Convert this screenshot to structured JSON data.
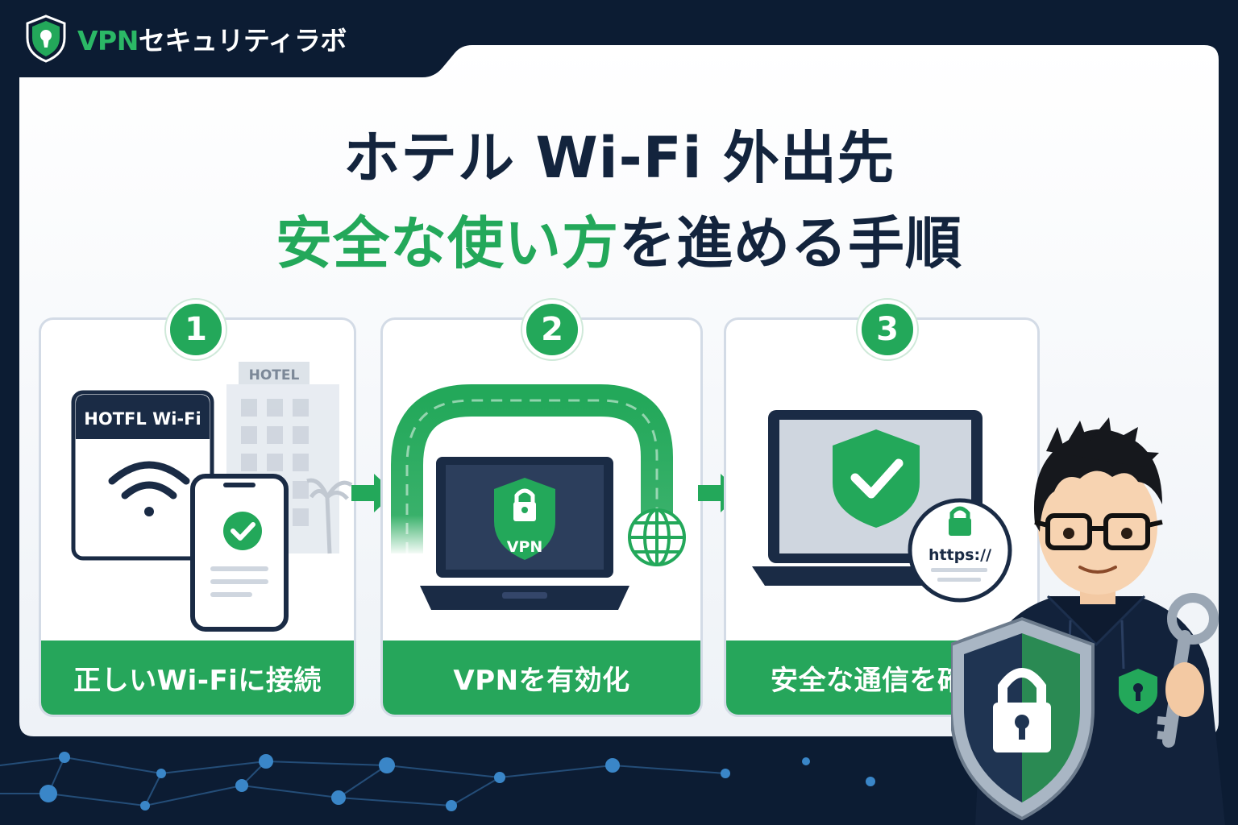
{
  "brand": {
    "vpn": "VPN",
    "rest": "セキュリティラボ",
    "icon": "shield-keyhole-icon"
  },
  "title": {
    "line1": "ホテル Wi-Fi 外出先",
    "line2_green": "安全な使い方",
    "line2_dark": "を進める手順"
  },
  "steps": [
    {
      "number": "1",
      "label": "正しいWi-Fiに接続",
      "sign_text": "HOTEL",
      "screen_text": "HOTFL Wi-Fi"
    },
    {
      "number": "2",
      "label": "VPNを有効化",
      "shield_text": "VPN"
    },
    {
      "number": "3",
      "label": "安全な通信を確認",
      "bubble_text": "https://"
    }
  ],
  "colors": {
    "navy": "#0c1c33",
    "green": "#23a85a",
    "dark_text": "#13243d"
  }
}
